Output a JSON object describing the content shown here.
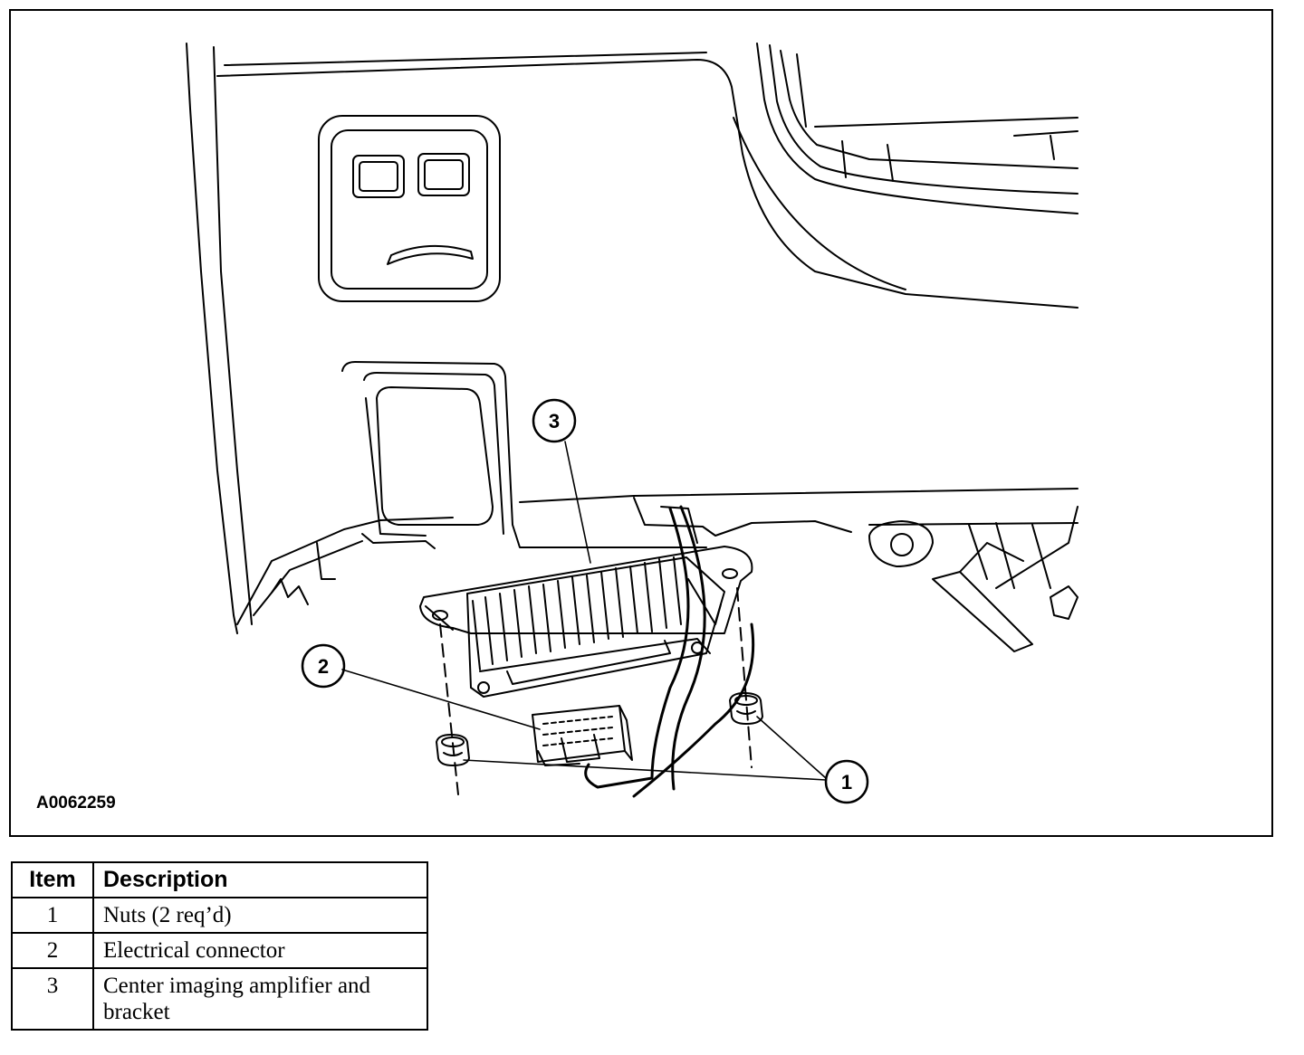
{
  "figure": {
    "figure_id": "A0062259",
    "callouts": [
      {
        "number": "1"
      },
      {
        "number": "2"
      },
      {
        "number": "3"
      }
    ]
  },
  "legend": {
    "headers": {
      "item": "Item",
      "description": "Description"
    },
    "rows": [
      {
        "item": "1",
        "description": "Nuts (2 req’d)"
      },
      {
        "item": "2",
        "description": "Electrical connector"
      },
      {
        "item": "3",
        "description": "Center imaging amplifier and bracket"
      }
    ]
  },
  "colors": {
    "line": "#000000",
    "background": "#ffffff"
  }
}
